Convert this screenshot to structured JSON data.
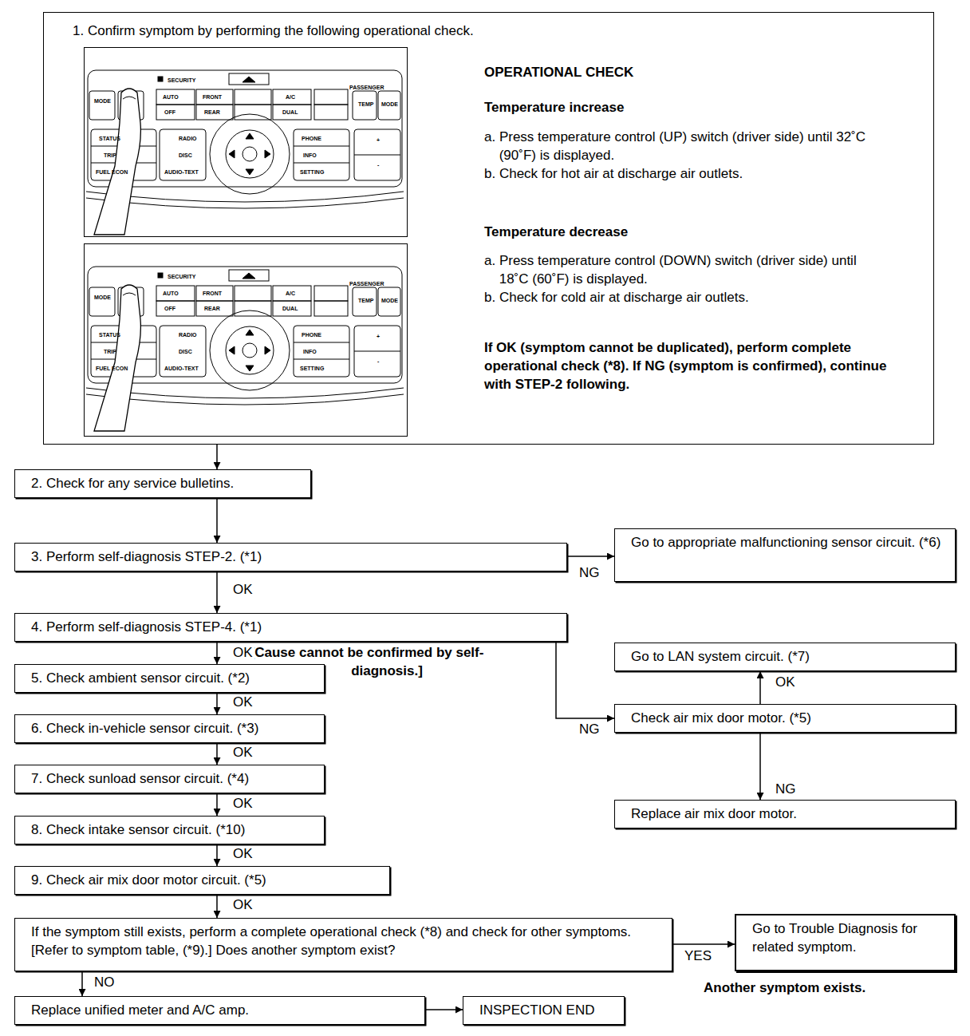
{
  "diagram": {
    "nodes": [
      {
        "text": [
          "1. Confirm symptom by performing the following operational check.",
          "OPERATIONAL CHECK",
          "Temperature increase",
          "a. Press temperature control (UP) switch (driver side) until 32˚C (90˚F) is displayed.",
          "b. Check for hot air at discharge air outlets.",
          "Temperature decrease",
          "a. Press temperature control (DOWN) switch (driver side) until 18˚C (60˚F) is displayed.",
          "b. Check for cold air at discharge air outlets.",
          "If OK (symptom cannot be duplicated), perform complete operational check (*8). If NG (symptom is confirmed), continue with STEP-2 following."
        ]
      },
      {
        "text": [
          "SECURITY",
          "AUTO",
          "OFF",
          "FRONT",
          "REAR",
          "A/C",
          "DUAL",
          "MODE",
          "PASSENGER",
          "TEMP",
          "MODE",
          "STATUS",
          "RADIO",
          "PHONE",
          "TRIP",
          "DISC",
          "INFO",
          "FUEL ECON",
          "AUDIO-TEXT",
          "SETTING",
          "+",
          "-"
        ],
        "in": 0
      },
      {
        "text": [
          "SECURITY",
          "AUTO",
          "OFF",
          "FRONT",
          "REAR",
          "A/C",
          "DUAL",
          "MODE",
          "PASSENGER",
          "TEMP",
          "MODE",
          "STATUS",
          "RADIO",
          "PHONE",
          "TRIP",
          "DISC",
          "INFO",
          "FUEL ECON",
          "AUDIO-TEXT",
          "SETTING",
          "+",
          "-"
        ],
        "in": 0
      },
      {
        "text": [
          "2. Check for any service bulletins."
        ]
      },
      {
        "text": [
          "3. Perform self-diagnosis STEP-2. (*1)"
        ]
      },
      {
        "text": [
          "Go to appropriate malfunctioning sensor circuit. (*6)"
        ]
      },
      {
        "text": [
          "4. Perform self-diagnosis STEP-4. (*1)"
        ]
      },
      {
        "text": [
          "Go to LAN system circuit. (*7)"
        ]
      },
      {
        "text": [
          "Check air mix door motor. (*5)"
        ]
      },
      {
        "text": [
          "Replace air mix door motor."
        ]
      },
      {
        "text": [
          "5. Check ambient sensor circuit. (*2)"
        ]
      },
      {
        "text": [
          "6. Check in-vehicle sensor circuit. (*3)"
        ]
      },
      {
        "text": [
          "7. Check sunload sensor circuit. (*4)"
        ]
      },
      {
        "text": [
          "8. Check intake sensor circuit. (*10)"
        ]
      },
      {
        "text": [
          "9. Check air mix door motor circuit. (*5)"
        ]
      },
      {
        "text": [
          "If the symptom still exists, perform a complete operational check (*8) and check for other symptoms. [Refer to symptom table, (*9).] Does another symptom exist?"
        ]
      },
      {
        "text": [
          "Go to Trouble Diagnosis for related symptom."
        ]
      },
      {
        "text": [
          "Replace unified meter and A/C amp."
        ]
      },
      {
        "text": [
          "INSPECTION END"
        ]
      }
    ],
    "edges": [
      {
        "from": 0,
        "to": 3,
        "arrow": "to"
      },
      {
        "from": 3,
        "to": 4,
        "arrow": "to"
      },
      {
        "from": 4,
        "to": 5,
        "arrow": "to",
        "label": "NG"
      },
      {
        "from": 4,
        "to": 6,
        "arrow": "to",
        "label": "OK"
      },
      {
        "from": 6,
        "to": 10,
        "arrow": "to",
        "label": "OK"
      },
      {
        "from": 6,
        "to": 8,
        "arrow": "to",
        "label": "NG"
      },
      {
        "from": 8,
        "to": 7,
        "arrow": "to",
        "label": "OK"
      },
      {
        "from": 8,
        "to": 9,
        "arrow": "to",
        "label": "NG"
      },
      {
        "from": 10,
        "to": 11,
        "arrow": "to",
        "label": "OK"
      },
      {
        "from": 11,
        "to": 12,
        "arrow": "to",
        "label": "OK"
      },
      {
        "from": 12,
        "to": 13,
        "arrow": "to",
        "label": "OK"
      },
      {
        "from": 13,
        "to": 14,
        "arrow": "to",
        "label": "OK"
      },
      {
        "from": 14,
        "to": 15,
        "arrow": "to",
        "label": "OK"
      },
      {
        "from": 15,
        "to": 16,
        "arrow": "to",
        "label": "YES"
      },
      {
        "from": 15,
        "to": 17,
        "arrow": "to",
        "label": "NO"
      },
      {
        "from": 17,
        "to": 18,
        "arrow": "to"
      }
    ],
    "labels": [
      "[Cause cannot be confirmed by self-diagnosis.]",
      "Another symptom exists."
    ]
  }
}
